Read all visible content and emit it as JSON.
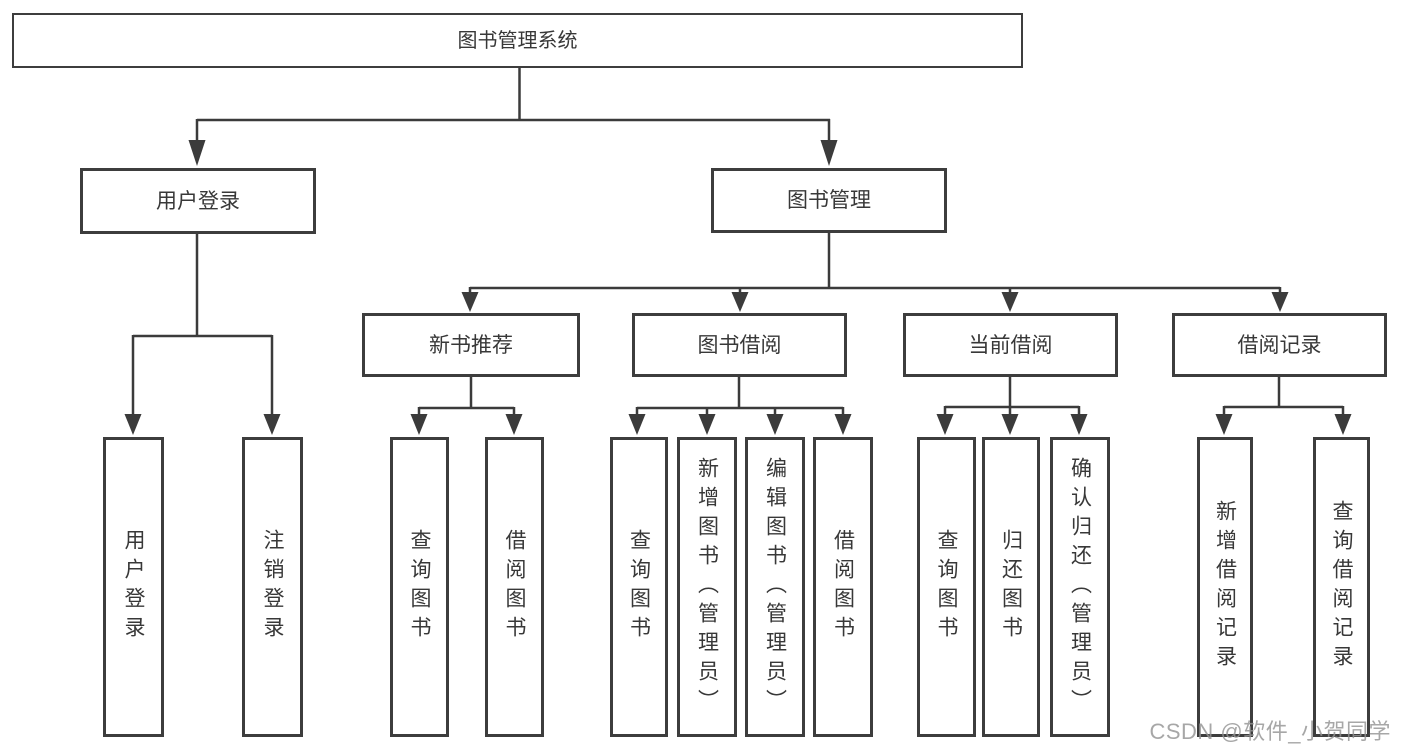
{
  "colors": {
    "background": "#ffffff",
    "line": "#3b3b3b",
    "box_border": "#3d3d3d",
    "text": "#383838",
    "watermark": "#949494"
  },
  "tree": {
    "label": "图书管理系统",
    "children": [
      {
        "label": "用户登录",
        "children": [
          {
            "label": "用户登录"
          },
          {
            "label": "注销登录"
          }
        ]
      },
      {
        "label": "图书管理",
        "children": [
          {
            "label": "新书推荐",
            "children": [
              {
                "label": "查询图书"
              },
              {
                "label": "借阅图书"
              }
            ]
          },
          {
            "label": "图书借阅",
            "children": [
              {
                "label": "查询图书"
              },
              {
                "label": "新增图书（管理员）"
              },
              {
                "label": "编辑图书（管理员）"
              },
              {
                "label": "借阅图书"
              }
            ]
          },
          {
            "label": "当前借阅",
            "children": [
              {
                "label": "查询图书"
              },
              {
                "label": "归还图书"
              },
              {
                "label": "确认归还（管理员）"
              }
            ]
          },
          {
            "label": "借阅记录",
            "children": [
              {
                "label": "新增借阅记录"
              },
              {
                "label": "查询借阅记录"
              }
            ]
          }
        ]
      }
    ]
  },
  "watermark": {
    "text": "CSDN @软件_小贺同学"
  }
}
